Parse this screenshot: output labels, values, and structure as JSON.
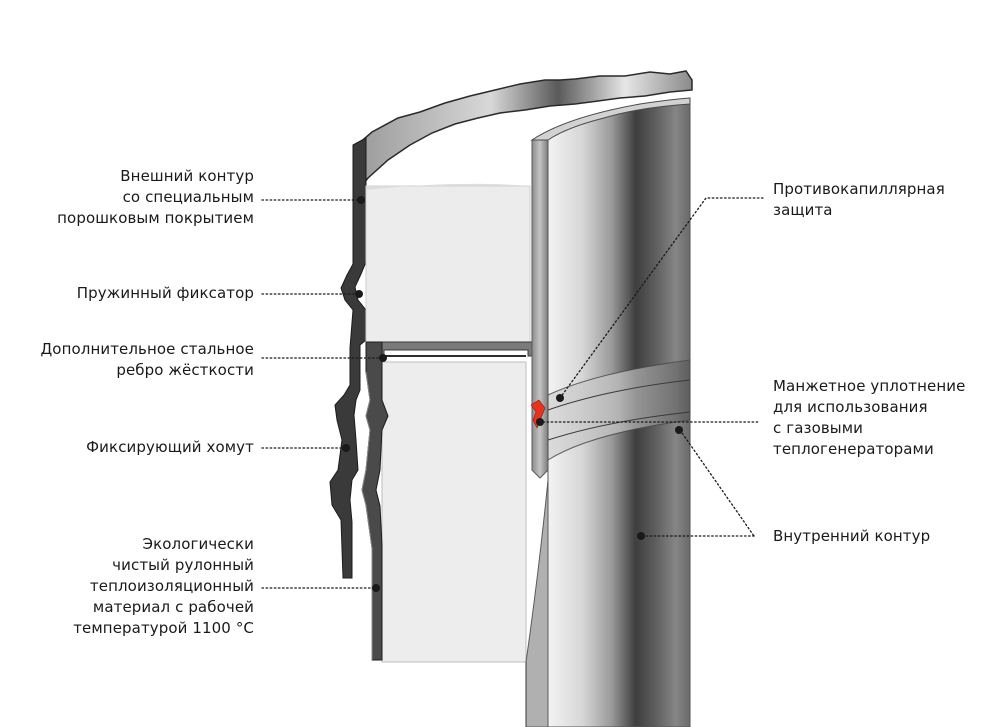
{
  "labels_left": [
    {
      "id": "outer",
      "lines": [
        "Внешний контур",
        "со специальным",
        "порошковым покрытием"
      ]
    },
    {
      "id": "spring",
      "lines": [
        "Пружинный фиксатор"
      ]
    },
    {
      "id": "rib",
      "lines": [
        "Дополнительное стальное",
        "ребро жёсткости"
      ]
    },
    {
      "id": "clamp",
      "lines": [
        "Фиксирующий хомут"
      ]
    },
    {
      "id": "insulation",
      "lines": [
        "Экологически",
        "чистый рулонный",
        "теплоизоляционный",
        "материал с рабочей",
        "температурой 1100 °С"
      ]
    }
  ],
  "labels_right": [
    {
      "id": "anticap",
      "lines": [
        "Противокапиллярная",
        "защита"
      ]
    },
    {
      "id": "seal",
      "lines": [
        "Манжетное уплотнение",
        "для использования",
        "с газовыми",
        "теплогенераторами"
      ]
    },
    {
      "id": "inner",
      "lines": [
        "Внутренний контур"
      ]
    }
  ],
  "colors": {
    "outer_wall": "#3a3a3a",
    "insulation": "#ececec",
    "inner_pipe_dark": "#4a4a4a",
    "inner_pipe_light": "#f2f2f2",
    "seal": "#e8321e",
    "leader": "#1a1a1a"
  }
}
